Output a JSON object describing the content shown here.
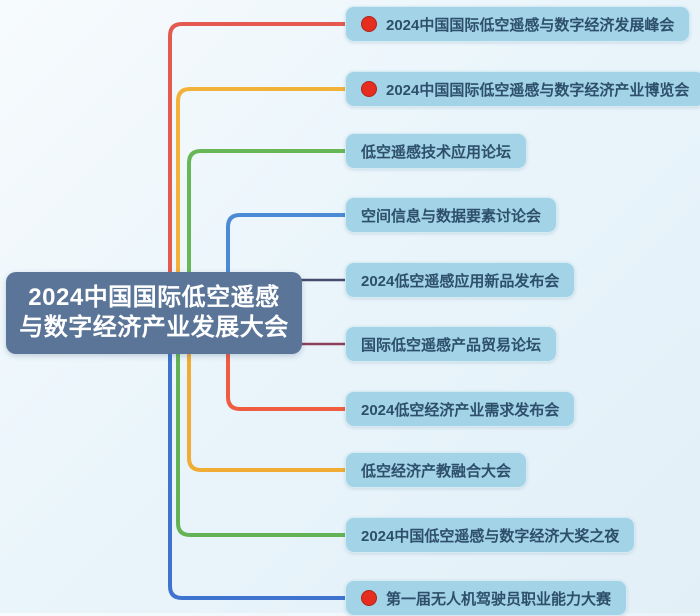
{
  "root": {
    "label": "2024中国国际低空遥感与数字经济产业发展大会",
    "line1": "2024中国国际低空遥感",
    "line2": "与数字经济产业发展大会",
    "bg": "#5b7599"
  },
  "node_style": {
    "bg": "#a2d3e7",
    "text_color": "#2e4f6b"
  },
  "dot_color": "#e52e1f",
  "branches": [
    {
      "label": "2024中国国际低空遥感与数字经济发展峰会",
      "color": "#e45a50",
      "has_dot": true
    },
    {
      "label": "2024中国国际低空遥感与数字经济产业博览会",
      "color": "#f2b138",
      "has_dot": true
    },
    {
      "label": "低空遥感技术应用论坛",
      "color": "#67b757",
      "has_dot": false
    },
    {
      "label": "空间信息与数据要素讨论会",
      "color": "#4b8bd5",
      "has_dot": false
    },
    {
      "label": "2024低空遥感应用新品发布会",
      "color": "#474a6d",
      "has_dot": false
    },
    {
      "label": "国际低空遥感产品贸易论坛",
      "color": "#8d3f5c",
      "has_dot": false
    },
    {
      "label": "2024低空经济产业需求发布会",
      "color": "#ef5c40",
      "has_dot": false
    },
    {
      "label": "低空经济产教融合大会",
      "color": "#f0ac33",
      "has_dot": false
    },
    {
      "label": "2024中国低空遥感与数字经济大奖之夜",
      "color": "#63b355",
      "has_dot": false
    },
    {
      "label": "第一届无人机驾驶员职业能力大赛",
      "color": "#3e74d0",
      "has_dot": true
    }
  ]
}
